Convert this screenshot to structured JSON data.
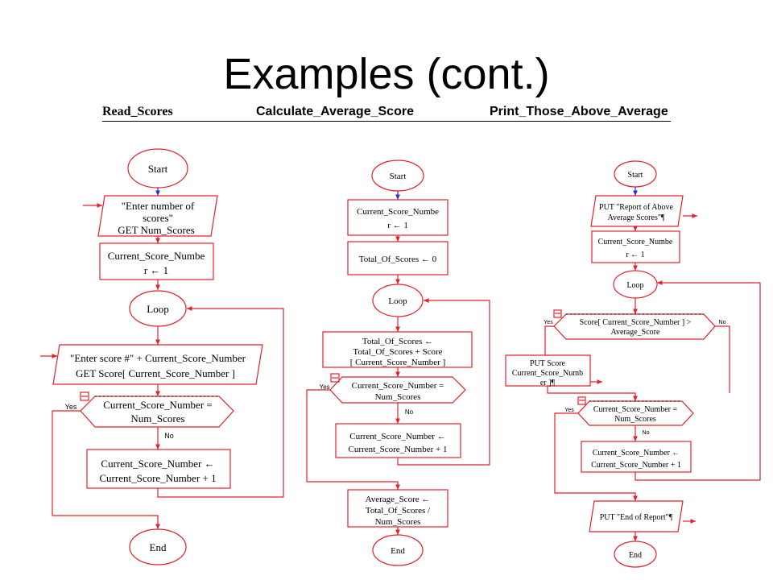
{
  "title": "Examples (cont.)",
  "headings": {
    "read": "Read_Scores",
    "calc": "Calculate_Average_Score",
    "print": "Print_Those_Above_Average"
  },
  "read_scores": {
    "start": "Start",
    "prompt1_l1": "\"Enter number of",
    "prompt1_l2": "scores\"",
    "prompt1_l3": "GET Num_Scores",
    "init_l1": "Current_Score_Numbe",
    "init_l2": "r ← 1",
    "loop": "Loop",
    "prompt2_l1": "\"Enter score #\" + Current_Score_Number",
    "prompt2_l2": "GET Score[ Current_Score_Number ]",
    "cond_l1": "Current_Score_Number =",
    "cond_l2": "Num_Scores",
    "yes": "Yes",
    "no": "No",
    "incr_l1": "Current_Score_Number ←",
    "incr_l2": "Current_Score_Number  +  1",
    "end": "End"
  },
  "calc_avg": {
    "start": "Start",
    "init1_l1": "Current_Score_Numbe",
    "init1_l2": "r ← 1",
    "init2": "Total_Of_Scores ← 0",
    "loop": "Loop",
    "accum_l1": "Total_Of_Scores ←",
    "accum_l2": "Total_Of_Scores  +  Score",
    "accum_l3": "[ Current_Score_Number ]",
    "cond_l1": "Current_Score_Number =",
    "cond_l2": "Num_Scores",
    "yes": "Yes",
    "no": "No",
    "incr_l1": "Current_Score_Number ←",
    "incr_l2": "Current_Score_Number  +  1",
    "avg_l1": "Average_Score ←",
    "avg_l2": "Total_Of_Scores  /",
    "avg_l3": "Num_Scores",
    "end": "End"
  },
  "print_above": {
    "start": "Start",
    "put1_l1": "PUT \"Report of Above",
    "put1_l2": "Average Scores\"¶",
    "init_l1": "Current_Score_Numbe",
    "init_l2": "r ← 1",
    "loop": "Loop",
    "cmp_l1": "Score[ Current_Score_Number ] >",
    "cmp_l2": "Average_Score",
    "yes1": "Yes",
    "no1": "No",
    "put2_l1": "PUT Score",
    "put2_l2": "Current_Score_Numb",
    "put2_l3": "er ]¶",
    "cond_l1": "Current_Score_Number =",
    "cond_l2": "Num_Scores",
    "yes2": "Yes",
    "no2": "No",
    "incr_l1": "Current_Score_Number ←",
    "incr_l2": "Current_Score_Number  +  1",
    "put3": "PUT \"End of Report\"¶",
    "end": "End"
  },
  "colors": {
    "shape_stroke": "#e4202a",
    "text": "#000000",
    "background": "#ffffff"
  }
}
